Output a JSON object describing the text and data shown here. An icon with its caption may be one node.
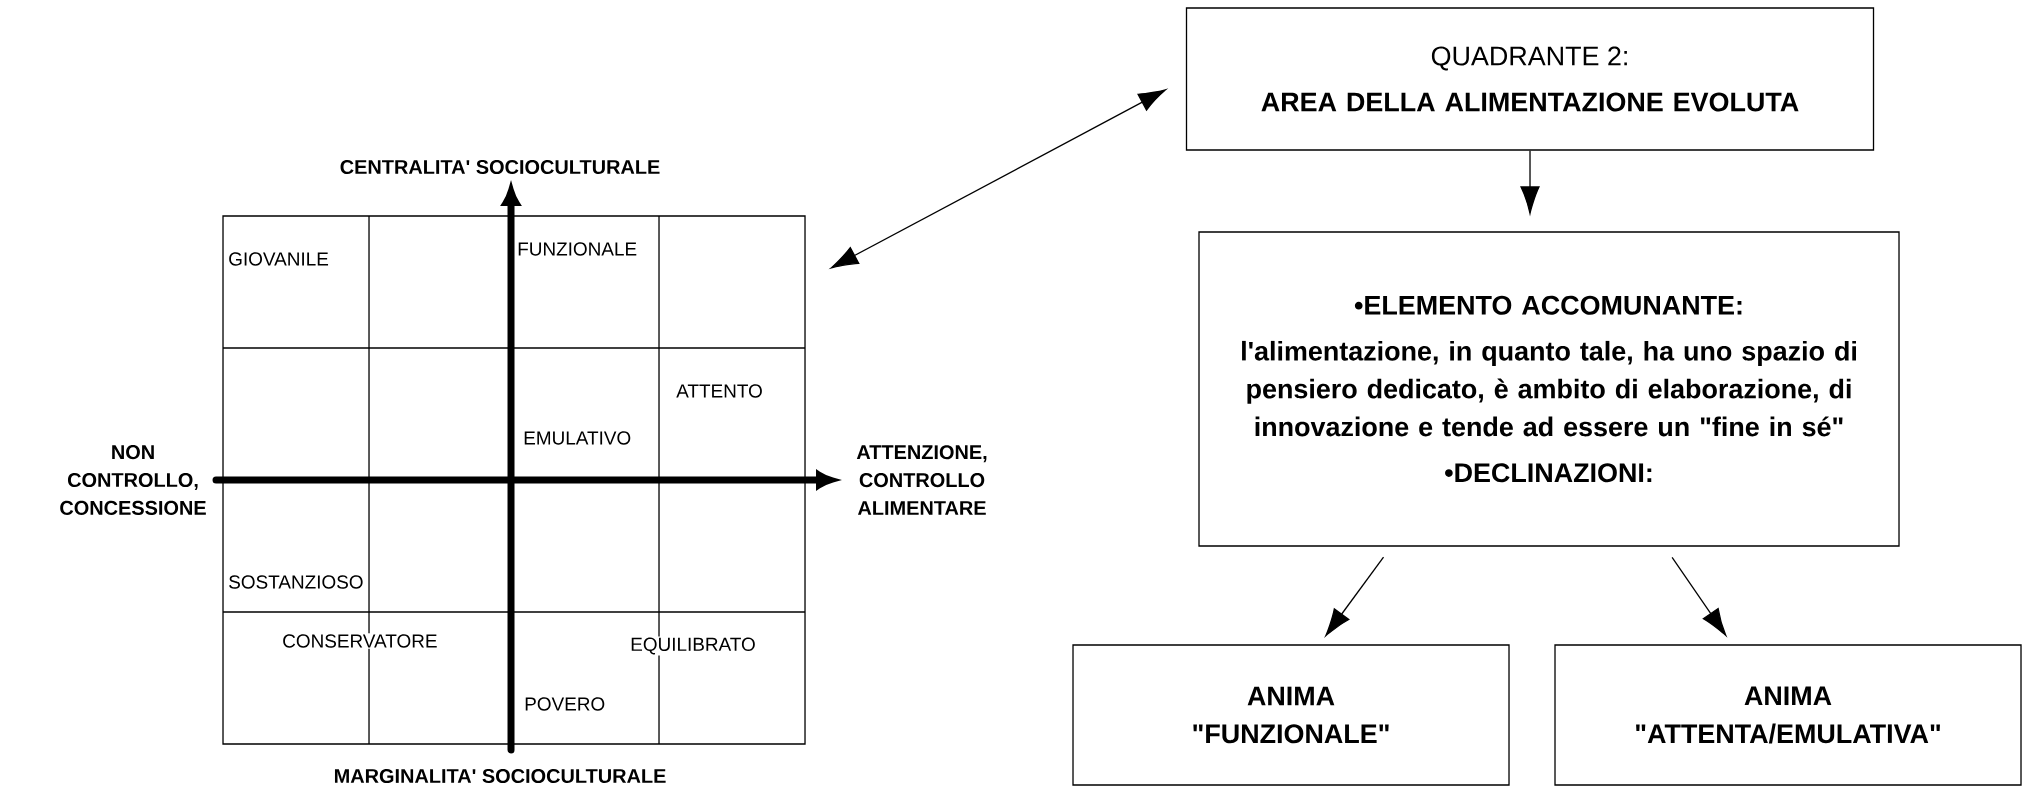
{
  "diagram": {
    "nodes": [
      {
        "text": [],
        "shape": "box"
      },
      {
        "text": [
          "QUADRANTE 2:",
          "AREA DELLA ALIMENTAZIONE EVOLUTA"
        ]
      },
      {
        "text": [
          "•ELEMENTO ACCOMUNANTE:",
          "l'alimentazione, in quanto tale, ha uno spazio di pensiero dedicato, è ambito di elaborazione, di innovazione e tende ad essere un \"fine in sé\"",
          "•DECLINAZIONI:"
        ]
      },
      {
        "text": [
          "ANIMA \"FUNZIONALE\""
        ]
      },
      {
        "text": [
          "ANIMA \"ATTENTA/EMULATIVA\""
        ]
      }
    ],
    "edges": [
      {
        "from": 0,
        "to": 1,
        "arrow": "both"
      },
      {
        "from": 1,
        "to": 2,
        "arrow": "to"
      },
      {
        "from": 2,
        "to": 3,
        "arrow": "to"
      },
      {
        "from": 2,
        "to": 4,
        "arrow": "to"
      }
    ],
    "labels": [
      "CENTRALITA' SOCIOCULTURALE",
      "GIOVANILE",
      "FUNZIONALE",
      "ATTENTO",
      "NON CONTROLLO, CONCESSIONE",
      "EMULATIVO",
      "ATTENZIONE, CONTROLLO ALIMENTARE",
      "SOSTANZIOSO",
      "CONSERVATORE",
      "EQUILIBRATO",
      "POVERO",
      "MARGINALITA' SOCIOCULTURALE"
    ]
  }
}
